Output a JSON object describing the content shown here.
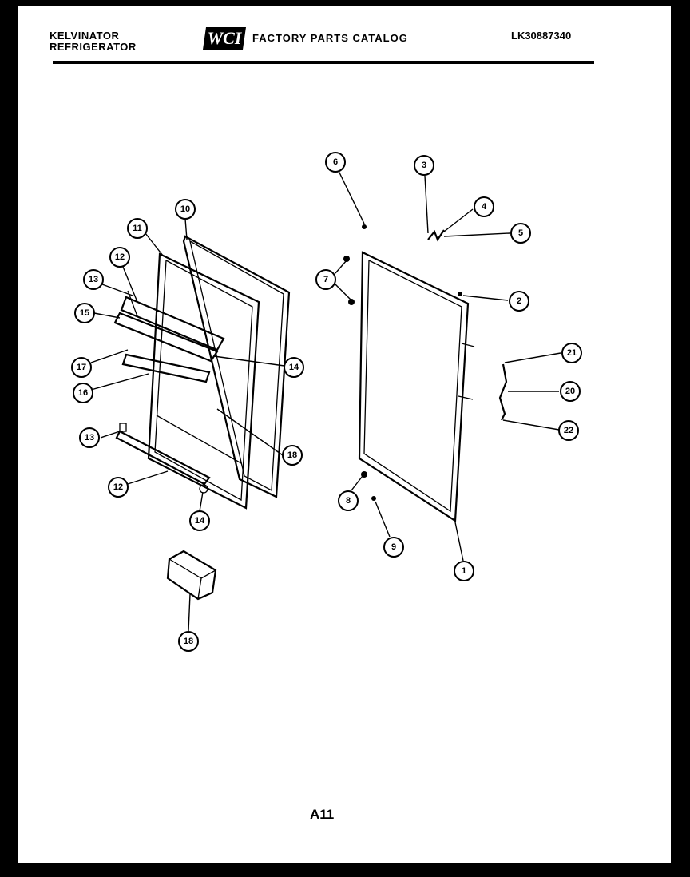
{
  "header": {
    "brand_line1": "KELVINATOR",
    "brand_line2": "REFRIGERATOR",
    "catalog_title": "FACTORY PARTS CATALOG",
    "model_number": "LK30887340"
  },
  "footer": {
    "page_code": "A11"
  },
  "callouts": [
    {
      "id": "c10a",
      "label": "10"
    },
    {
      "id": "c11",
      "label": "11"
    },
    {
      "id": "c12a",
      "label": "12"
    },
    {
      "id": "c13a",
      "label": "13"
    },
    {
      "id": "c15",
      "label": "15"
    },
    {
      "id": "c17",
      "label": "17"
    },
    {
      "id": "c16",
      "label": "16"
    },
    {
      "id": "c14a",
      "label": "14"
    },
    {
      "id": "c18a",
      "label": "18"
    },
    {
      "id": "c13b",
      "label": "13"
    },
    {
      "id": "c12b",
      "label": "12"
    },
    {
      "id": "c14b",
      "label": "14"
    },
    {
      "id": "c18b",
      "label": "18"
    },
    {
      "id": "c6",
      "label": "6"
    },
    {
      "id": "c3",
      "label": "3"
    },
    {
      "id": "c4",
      "label": "4"
    },
    {
      "id": "c5",
      "label": "5"
    },
    {
      "id": "c7",
      "label": "7"
    },
    {
      "id": "c2",
      "label": "2"
    },
    {
      "id": "c21",
      "label": "21"
    },
    {
      "id": "c20",
      "label": "20"
    },
    {
      "id": "c22",
      "label": "22"
    },
    {
      "id": "c8",
      "label": "8"
    },
    {
      "id": "c9",
      "label": "9"
    },
    {
      "id": "c1",
      "label": "1"
    }
  ]
}
